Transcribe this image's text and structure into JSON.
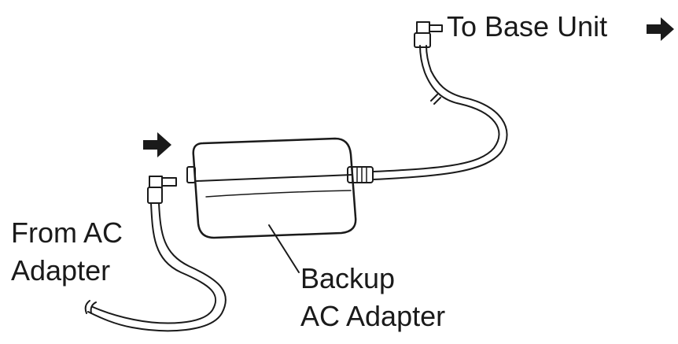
{
  "labels": {
    "to_base_unit": "To Base Unit",
    "from_ac_line1": "From AC",
    "from_ac_line2": "Adapter",
    "backup_line1": "Backup",
    "backup_line2": "AC Adapter"
  },
  "colors": {
    "ink": "#1a1a1a",
    "background": "#ffffff"
  },
  "icons": {
    "arrow_to_base": "right-arrow-icon",
    "arrow_input": "right-arrow-icon"
  }
}
